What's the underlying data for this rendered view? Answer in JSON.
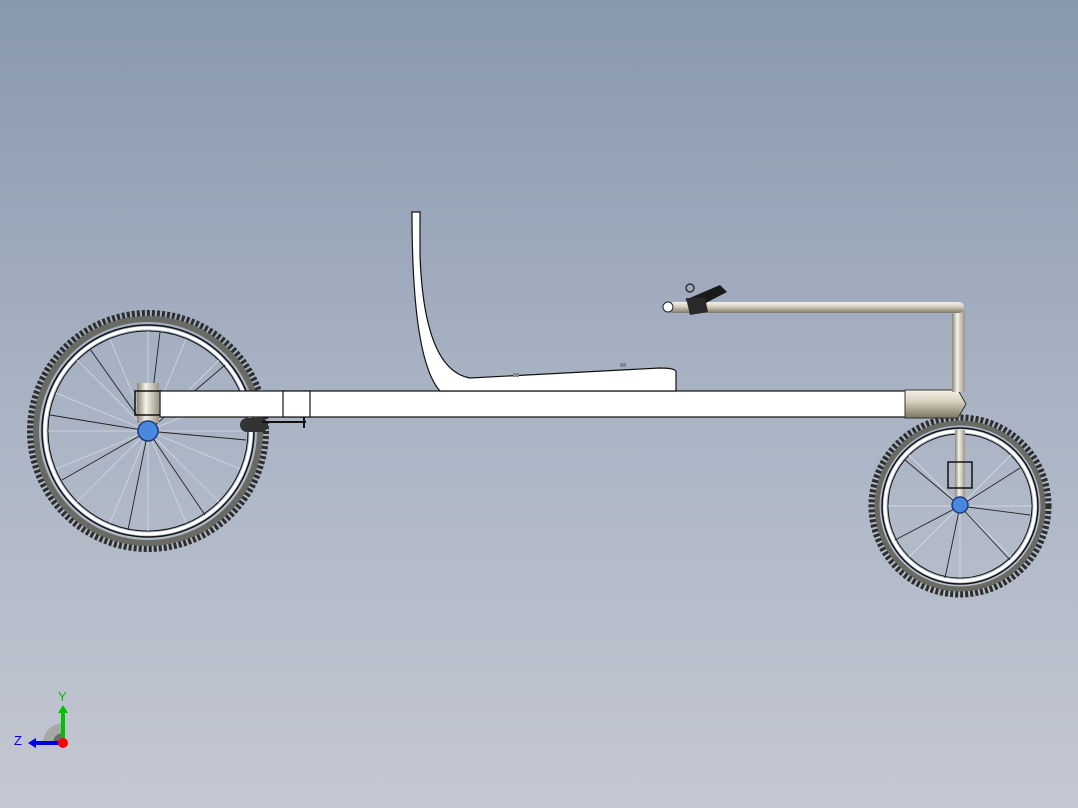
{
  "app": {
    "type": "cad-3d-viewport",
    "view": "side view (right)"
  },
  "model": {
    "description": "Recumbent trike assembly",
    "parts": [
      "rear-wheel",
      "front-wheel",
      "main-frame-tube",
      "seat",
      "handlebar",
      "brake-lever",
      "steering-column",
      "head-tube",
      "idler-bracket",
      "rear-hub",
      "front-hub"
    ]
  },
  "triad": {
    "x_label": "",
    "y_label": "Y",
    "z_label": "Z",
    "colors": {
      "x": "#ff0000",
      "y": "#00c000",
      "z": "#0000dd"
    }
  },
  "colors": {
    "bg_top": "#8898ad",
    "bg_bottom": "#c4c8d2",
    "hub": "#4a88e0",
    "tube": "#d8d2c0"
  }
}
